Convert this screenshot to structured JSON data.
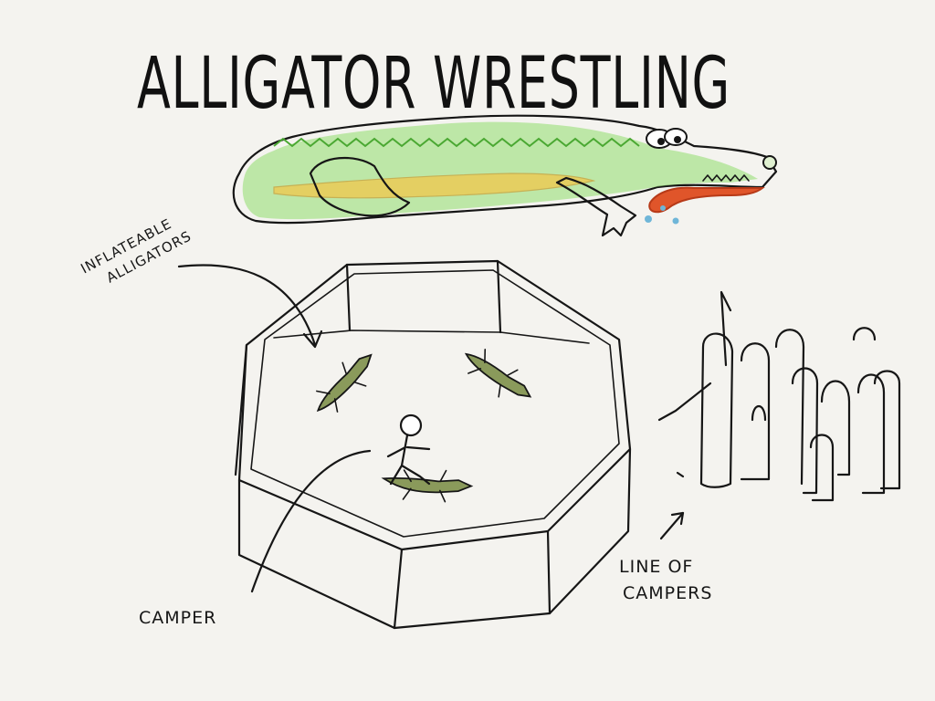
{
  "title": "ALLIGATOR WRESTLING",
  "labels": {
    "inflatable_line1": "INFLATEABLE",
    "inflatable_line2": "ALLIGATORS",
    "camper": "CAMPER",
    "line_of_campers_line1": "LINE OF",
    "line_of_campers_line2": "CAMPERS"
  },
  "colors": {
    "ink": "#161616",
    "alligator_green": "#5cc33c",
    "belly_yellow": "#f2c84b",
    "tongue_red": "#e0552a",
    "toy_green": "#8a9a5b",
    "drool_blue": "#6fb6d8",
    "paper": "#f4f3ef"
  }
}
